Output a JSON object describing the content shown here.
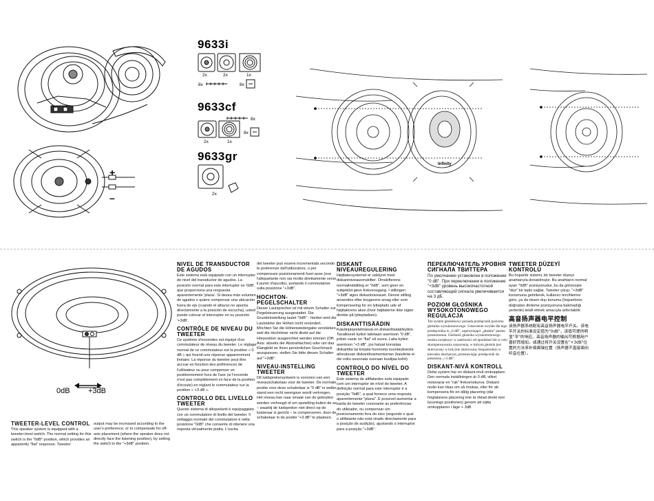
{
  "models": [
    "9633i",
    "9633cf",
    "9633gr"
  ],
  "kit_9633i": [
    "2x",
    "2x",
    "1x",
    "8x",
    "8x"
  ],
  "kit_9633cf": [
    "8x",
    "2x",
    "1x",
    "8x"
  ],
  "kit_9633gr": [
    "2x"
  ],
  "polarity": {
    "plus": "+",
    "minus": "–"
  },
  "tweeter_switch": {
    "zero": "0dB",
    "plus": "+3dB"
  },
  "brand_mark": "Infinity",
  "english": {
    "title": "TWEETER-LEVEL CONTROL",
    "body_a": "This speaker system is equipped with a tweeter-level switch. The normal setting for this switch is the \"0dB\" position, which provides an apparently \"flat\" response. Tweeter",
    "body_b": "output may be increased according to the user's preference, or to compensate for off-axis placement (where the speaker does not directly face the listening position), by setting the switch to the \"+3dB\" position."
  },
  "spanish": {
    "title": "NIVEL DE TRANSDUCTOR DE AGUDOS",
    "body": "Este sistema está equipado con un interruptor de nivel del transductor de agudos. La posición normal para este interruptor es '0dB', que proporciona una respuesta aparentemente 'plana'. Si desea más volumen de agudos o quiere compensar una ubicación fuera de eje (cuando el altavoz no apunta directamente a la posición de escucha), usted puede colocar el interruptor en su posición '+3dB'."
  },
  "french": {
    "title": "CONTRÔLE DE NIVEAU DU TWEETER",
    "body": "Ce système d'enceintes est équipé d'un commutateur de niveau du tweeter. Le réglage normal de ce commutateur est la position « 0 dB » qui fournit une réponse apparemment linéaire. La réponse du tweeter peut être accrue en fonction des préférences de l'utilisateur ou pour compenser un positionnement hors de l'axe (si l'enceinte n'est pas complètement en face de la position d'écoute) en réglant le commutateur sur la position « +3 dB »."
  },
  "italian": {
    "title": "CONTROLLO DEL LIVELLO TWEETER",
    "body_a": "Questo sistema di altoparlanti è equipaggiato con un commutatore di livello del tweeter. Il settaggio normale del commutatore è nella posizione \"0dB\" che consente di ottenere una risposta virtualmente piatta. L'uscita",
    "body_b": "del tweeter può essere incrementata secondo le preferenze dell'utilizzatore, o per compensare posizionamenti fuori-asse (ove l'altoparlante non sia rivolto direttamente verso il punto d'ascolto), portando il commutatore sulla posizione \"+3dB\"."
  },
  "german": {
    "title": "HOCHTON-PEGELSCHALTER",
    "body": "Dieser Lautsprecher ist mit einem Schalter zur Pegelsteuerung ausgestattet. Die Grundeinstellung lautet \"0dB\" - hierbei wird die Lautstärke der Höhen nicht verändert. Möchten Sie die Höhenwiedergabe verstärken weil die Hochtöner nicht direkt auf die Hörposition ausgerichtet werden können (Off-Axis: abseits der Abstrahlachse) oder um das Klangbild an Ihren persönlichen Geschmack anzupassen, stellen Sie bitte diesen Schalter auf \"+3dB\"."
  },
  "dutch": {
    "title": "NIVEAU-INSTELLING TWEETER",
    "body": "Dit luidsprekersysteem is voorzien van een niveauschakelaar voor de tweeter. De normale positie voor deze schakelaar is \"0 dB\" in welke stand een recht weergave wordt verkregen. Het niveau kan naar smaak van de gebruiker worden verhoogd of om opstelling buiten de as – waarbij de luidspreker niet direct op de luisteraar is gericht – te compenseren, door de schakelaar in de positie \"+3 dB\" te plaatsen."
  },
  "danish": {
    "title": "DISKANT NIVEAUREGULERING",
    "body": "Højttalersystemet er udstyret med diskantniveauomskifter. Omskifterens normalindstilling er \"0dB\", som giver en subjektivt jævn frekvensgang. I stillingen \"+3dB\" øges diskantniveauet. Denne stilling anvendes efter brugerens smag eller som kompensering for en lytteplads ude af højttalerens akse (hvor højttalerne ikke sigter direkte på lyttepladsen)."
  },
  "finnish": {
    "title": "DISKANTTISÄÄDIN",
    "body": "Kaiutinjärjestelmässä on diskanttisäätökytkin. Tavallisesti kytkin laitetaan asentoon \"0 dB\", jolloin vaste on \"flat\" eli suora. Laita kytkin asentoon \"+3 dB\", jos haluat korostaa diskanttia tai korjata huonosta suuntauksesta aiheutuvan diskanttivaimentuman (kaiutinta ei ole voitu suunnata suoraan kuulijaa kohti)"
  },
  "portuguese": {
    "title": "CONTROLO DO NÍVEL DO TWEETER",
    "body": "Este sistema de altifalantes está equipado com um interruptor de nível do tweeter. A definição normal para este interruptor é a posição \"0dB\", a qual fornece uma resposta aparentemente \"plana\". É possível aumentar a saída do tweeter consoante as preferências do utilizador, ou compensar um posicionamento fora do eixo (segundo o qual o altifalante não está virado directamente para a posição de audição), ajustando o interruptor para a posição \"+3dB\"."
  },
  "russian": {
    "title": "ПЕРЕКЛЮЧАТЕЛЬ УРОВНЯ СИГНАЛА ТВИТТЕРА",
    "body": "По умолчанию установлен в положение \"0 dB\". При переключении в положение \"+3dB\" уровень высокочастотной составляющей сигнала увеличивается на 3 дБ."
  },
  "polish": {
    "title": "POZIOM GŁOŚNIKA WYSOKOTONOWEGO REGULACJA",
    "body": "Ten system głośnikowy posiada przełącznik poziomu głośnika wysokotonowego. Ustawienie zwykłe dla tego przełącznika to „0 dB\", zapewniające „płaskie\" pasmo przenoszenia. Głośność głośnika wysokotonowego można zwiększyć w zależności od upodobań lub w celu skompensowania ustawienia, w którym głośnik jest skierowany w bok (nie skierowany bezpośrednio w kierunku słuchacza), przestawiając przełącznik do położenia „+3 dB\"."
  },
  "swedish": {
    "title": "DISKANT-NIVÅ KONTROLL",
    "body": "Detta system har en diskant-nivå omkopplare. Den normala inställningen är 0 dB, vilket motsvarar en \"rak\" frekvenskurva. Diskant nivån kan ökas om så önskas, eller för att kompensera för en dålig placering (där högtalarens placering inte är riktad direkt mot lyssnings positionen) genom att sätta omkopplaren i läge + 3dB"
  },
  "turkish": {
    "title": "TWEETER DÜZEYİ KONTROLÜ",
    "body": "Bu hoparlör sistemi, bir tweeter düzeyi anahtarıyla donatılmıştır. Bu anahtarın normal ayarı \"0dB\" pozisyonudur, bu da görünüşte \"düz\" bir tepki sağlar. Tweeter çıkışı, \"+3dB\" konumuna getirilerek, kullanıcı tercihlerine göre, ya da eksen dışı konumu (hoparlörün doğrudan dinleme pozisyonuna bakmadığı yerlerde) telafi etmek amacıyla arttırılabilir."
  },
  "chinese": {
    "title": "高音扬声器电平控制",
    "body": "该扬声器系统配有高音扬声器电平开关。该电平开关的标准设定值为\"0dB\"，该值可提供明显\"平\"的响应。高音扬声器的输出可根据用户喜好而增加，或通过将开关设置在\"+3dB\"位置的方法来补偿离轴位置（扬声器不直接面向听音位置）。"
  }
}
